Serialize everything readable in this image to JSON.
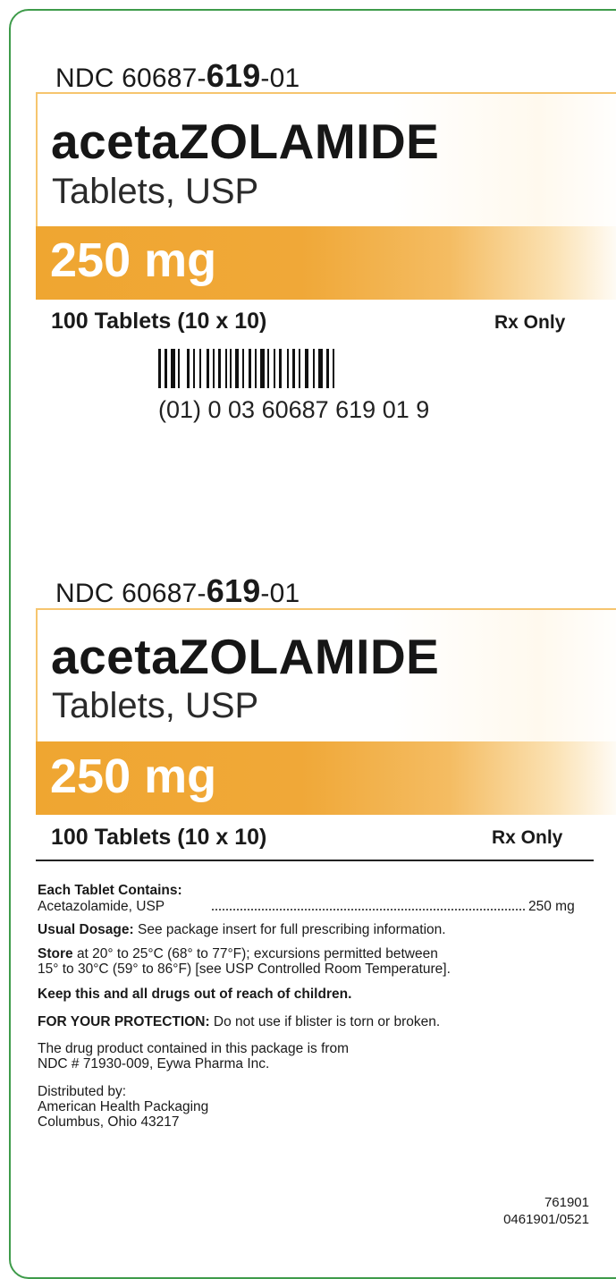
{
  "panel_top": {
    "ndc_prefix": "NDC 60687-",
    "ndc_product": "619",
    "ndc_suffix": "-01",
    "drug_name": "acetaZOLAMIDE",
    "drug_form": "Tablets, USP",
    "strength": "250 mg",
    "count": "100 Tablets (10 x 10)",
    "rx": "Rx Only",
    "barcode_number": "(01) 0 03 60687 619 01 9"
  },
  "panel_bottom": {
    "ndc_prefix": "NDC 60687-",
    "ndc_product": "619",
    "ndc_suffix": "-01",
    "drug_name": "acetaZOLAMIDE",
    "drug_form": "Tablets, USP",
    "strength": "250 mg",
    "count": "100 Tablets (10 x 10)",
    "rx": "Rx Only"
  },
  "info": {
    "contains_heading": "Each Tablet Contains:",
    "ingredient_name": "Acetazolamide, USP",
    "ingredient_amount": "250 mg",
    "dosage_label": "Usual Dosage:",
    "dosage_text": "See package insert for full prescribing information.",
    "store_label": "Store",
    "store_text_1": "at 20° to 25°C (68° to 77°F); excursions permitted between",
    "store_text_2": "15° to 30°C (59° to 86°F) [see USP Controlled Room Temperature].",
    "keep_away": "Keep this and all drugs out of reach of children.",
    "protection_label": "FOR YOUR PROTECTION:",
    "protection_text": "Do not use if blister is torn or broken.",
    "source_1": "The drug product contained in this package is from",
    "source_2": "NDC # 71930-009, Eywa Pharma Inc.",
    "dist_label": "Distributed by:",
    "dist_name": "American Health Packaging",
    "dist_city": "Columbus, Ohio 43217"
  },
  "codes": {
    "code_1": "761901",
    "code_2": "0461901/0521"
  },
  "colors": {
    "border": "#3e9b4a",
    "strength_band": "#efa631",
    "name_box_outline": "#f6c56e"
  }
}
